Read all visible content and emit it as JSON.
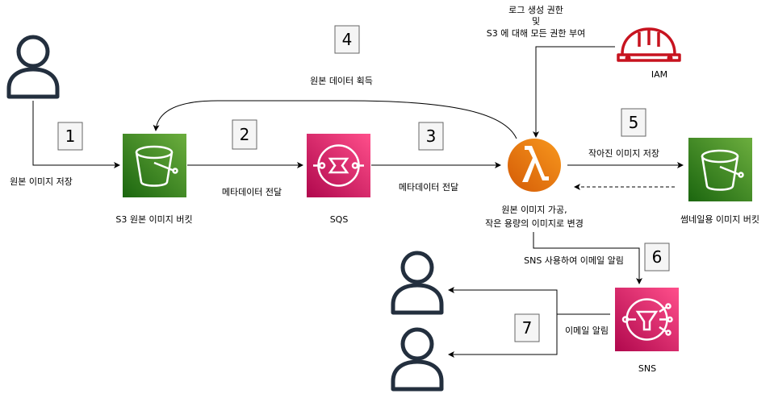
{
  "steps": [
    "1",
    "2",
    "3",
    "4",
    "5",
    "6",
    "7"
  ],
  "nodes": {
    "s3_source": "S3 원본 이미지 버킷",
    "sqs": "SQS",
    "lambda_line1": "원본 이미지 가공,",
    "lambda_line2": "작은 용량의 이미지로 변경",
    "s3_thumb": "썸네일용 이미지 버킷",
    "sns": "SNS",
    "iam": "IAM"
  },
  "edges": {
    "upload": "원본 이미지 저장",
    "meta1": "메타데이터 전달",
    "meta2": "메타데이터 전달",
    "fetch": "원본 데이터 획득",
    "save_thumb": "작아진 이미지 저장",
    "use_sns": "SNS 사용하여 이메일 알림",
    "email": "이메일 알림",
    "iam_line1": "로그 생성 권한",
    "iam_line2": "및",
    "iam_line3": "S3 에 대해 모든 권한 부여"
  },
  "icons": {
    "user": "user-icon",
    "s3": "s3-bucket-icon",
    "sqs": "sqs-queue-icon",
    "lambda": "lambda-icon",
    "sns": "sns-topic-icon",
    "iam": "hard-hat-icon"
  },
  "colors": {
    "s3": "#3f8624",
    "sqs": "#d6306f",
    "sns": "#d6306f",
    "lambda": "#f27e1b",
    "iam": "#c7131f",
    "user": "#232f3e"
  }
}
